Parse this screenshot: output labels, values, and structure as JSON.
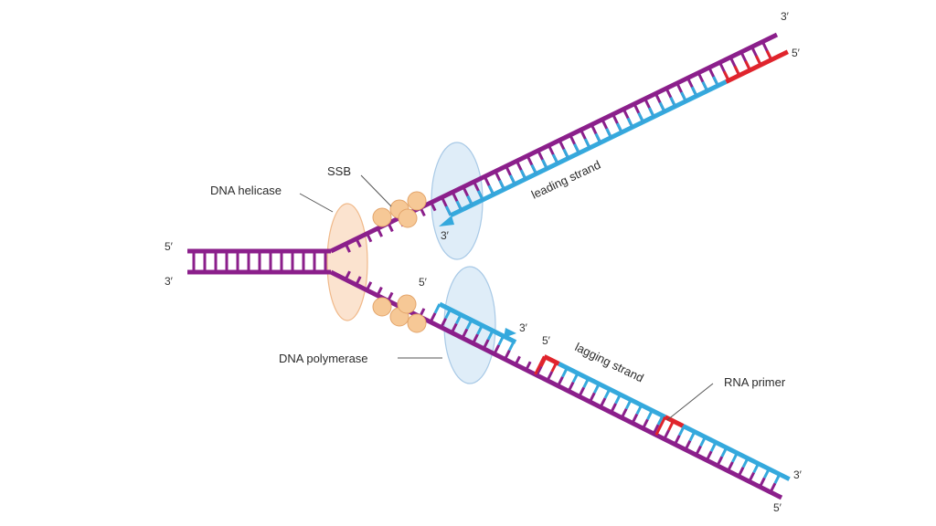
{
  "labels": {
    "ssb": "SSB",
    "dna_helicase": "DNA helicase",
    "dna_polymerase": "DNA polymerase",
    "leading_strand": "leading strand",
    "lagging_strand": "lagging strand",
    "rna_primer": "RNA primer"
  },
  "ends": {
    "left_top": "5′",
    "left_bottom": "3′",
    "top_right_upper": "3′",
    "top_right_lower": "5′",
    "leading_arrow_end": "3′",
    "lagging_fragment_start": "5′",
    "lagging_fragment_end": "3′",
    "lagging_second_start": "5′",
    "bottom_right_upper": "3′",
    "bottom_right_lower": "5′"
  },
  "colors": {
    "parent_strand": "#8b1f8b",
    "new_strand": "#35a9dd",
    "rna_primer": "#e0242c",
    "helicase_fill": "#fbe3cf",
    "helicase_stroke": "#f0b98a",
    "ssb_fill": "#f6c896",
    "ssb_stroke": "#e3a46a",
    "polymerase_fill": "#dfedf8",
    "polymerase_stroke": "#a8c9e6",
    "leader_line": "#555555"
  }
}
